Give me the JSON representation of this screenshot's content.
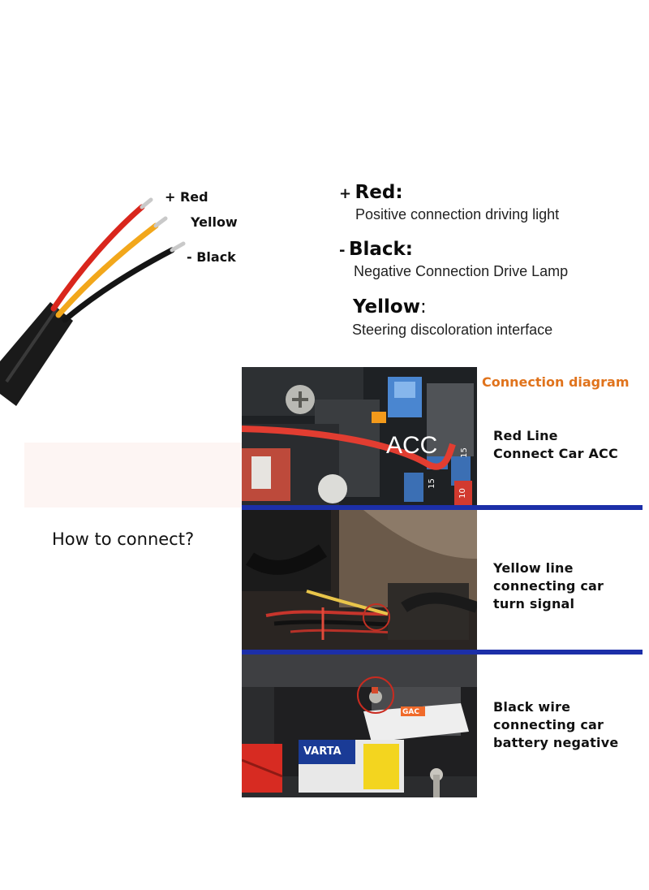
{
  "cable": {
    "labels": {
      "red": "+ Red",
      "yellow": "Yellow",
      "black": "- Black"
    }
  },
  "legend": {
    "red": {
      "sign": "+",
      "name": "Red:",
      "desc": "Positive connection driving light"
    },
    "black": {
      "sign": "-",
      "name": "Black:",
      "desc": "Negative Connection Drive Lamp"
    },
    "yellow": {
      "name": "Yellow",
      "colon": ":",
      "desc": "Steering discoloration interface"
    }
  },
  "how_to_connect": "How to connect?",
  "diagram": {
    "title": "Connection diagram",
    "acc_label": "ACC",
    "fuse_ratings": [
      "15",
      "15",
      "10"
    ],
    "rows": [
      {
        "lines": [
          "Red Line",
          "Connect Car ACC"
        ]
      },
      {
        "lines": [
          "Yellow line",
          "connecting car",
          "turn signal"
        ]
      },
      {
        "lines": [
          "Black wire",
          "connecting car",
          "battery negative"
        ]
      }
    ],
    "battery_brand": "VARTA",
    "battery_tag": "GAC"
  },
  "colors": {
    "red_wire": "#d9261c",
    "yellow_wire": "#f2a71b",
    "black_wire": "#151515",
    "divider": "#1c2fa8",
    "title_orange": "#e0731c"
  }
}
